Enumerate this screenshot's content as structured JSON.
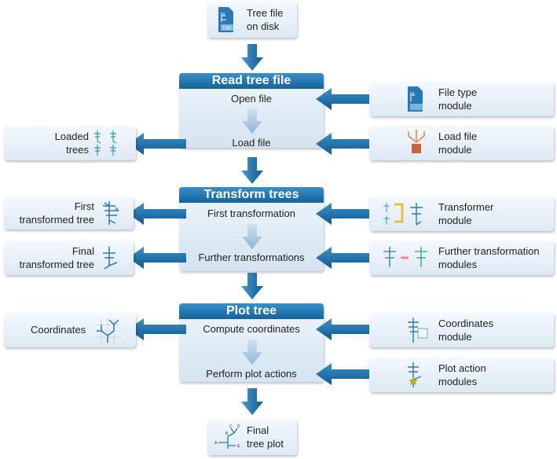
{
  "input": {
    "label_line1": "Tree file",
    "label_line2": "on disk",
    "badge": "TRE"
  },
  "stages": [
    {
      "title": "Read tree file",
      "steps": [
        "Open file",
        "Load file"
      ]
    },
    {
      "title": "Transform trees",
      "steps": [
        "First transformation",
        "Further transformations"
      ]
    },
    {
      "title": "Plot tree",
      "steps": [
        "Compute coordinates",
        "Perform plot actions"
      ]
    }
  ],
  "outputs": [
    {
      "line1": "Loaded",
      "line2": "trees"
    },
    {
      "line1": "First",
      "line2": "transformed tree"
    },
    {
      "line1": "Final",
      "line2": "transformed tree"
    },
    {
      "line1": "Coordinates",
      "line2": ""
    }
  ],
  "modules": [
    {
      "line1": "File type",
      "line2": "module"
    },
    {
      "line1": "Load file",
      "line2": "module"
    },
    {
      "line1": "Transformer",
      "line2": "module"
    },
    {
      "line1": "Further transformation",
      "line2": "modules"
    },
    {
      "line1": "Coordinates",
      "line2": "module"
    },
    {
      "line1": "Plot action",
      "line2": "modules"
    }
  ],
  "final": {
    "line1": "Final",
    "line2": "tree plot",
    "tip_labels": [
      "A",
      "B",
      "C",
      "D",
      "E"
    ]
  },
  "colors": {
    "primary_blue": "#13629c",
    "light_arrow": "#a8c8e0",
    "box_bg": "#e8f1f8"
  }
}
